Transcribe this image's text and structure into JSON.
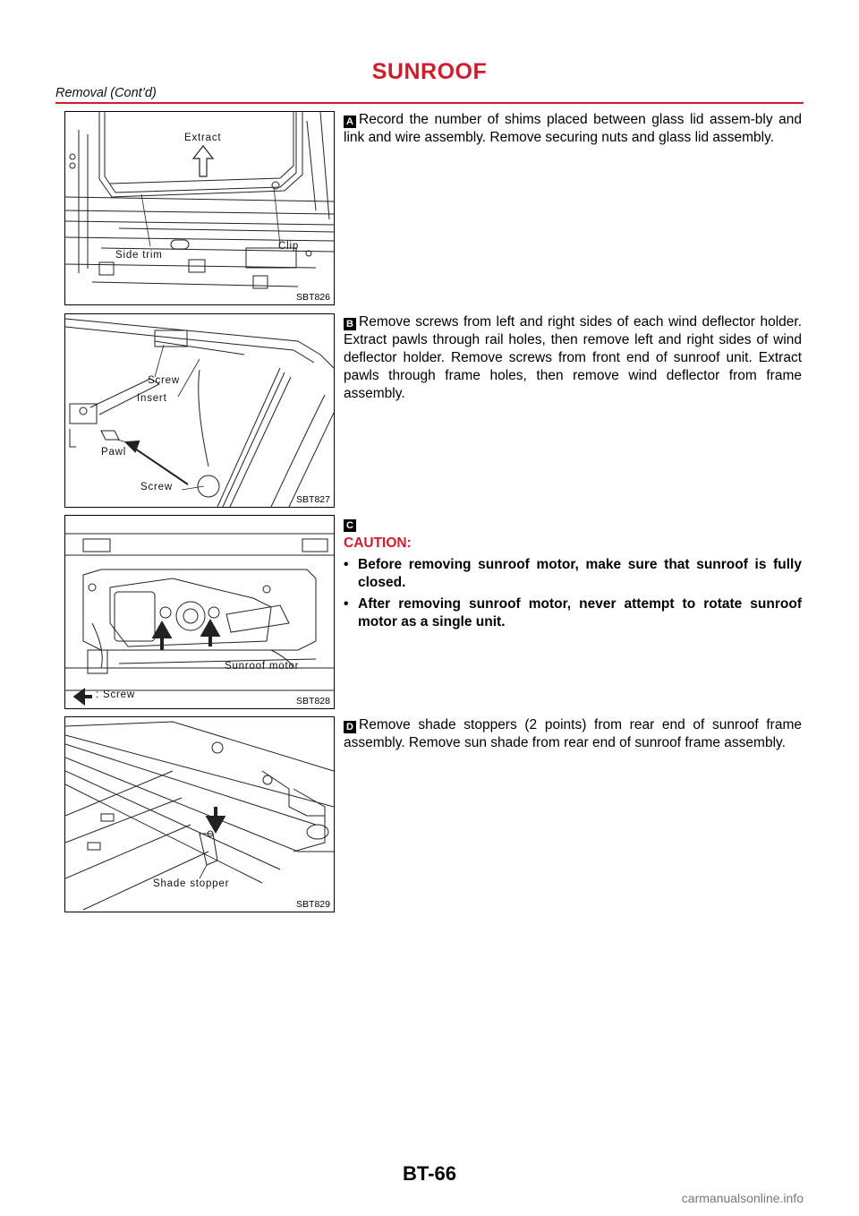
{
  "header": {
    "title": "SUNROOF",
    "subtitle": "Removal (Cont’d)"
  },
  "figures": [
    {
      "id": "SBT826",
      "callouts": {
        "extract": "Extract",
        "side_trim": "Side trim",
        "clip": "Clip"
      }
    },
    {
      "id": "SBT827",
      "callouts": {
        "screw_top": "Screw",
        "insert": "Insert",
        "pawl": "Pawl",
        "screw_bottom": "Screw"
      }
    },
    {
      "id": "SBT828",
      "callouts": {
        "sunroof_motor": "Sunroof motor",
        "screw_legend": ": Screw"
      }
    },
    {
      "id": "SBT829",
      "callouts": {
        "shade_stopper": "Shade stopper"
      }
    }
  ],
  "steps": [
    {
      "letter": "A",
      "text": "Record the number of shims placed between glass lid assem-bly and link and wire assembly. Remove securing nuts and glass lid assembly."
    },
    {
      "letter": "B",
      "text": "Remove screws from left and right sides of each wind deflector holder. Extract pawls through rail holes, then remove left and right sides of wind deflector holder. Remove screws from front end of sunroof unit. Extract pawls through frame holes, then remove wind deflector from frame assembly."
    },
    {
      "letter": "C",
      "caution_label": "CAUTION:",
      "bullets": [
        {
          "mark": "•",
          "text": "Before removing sunroof motor, make sure that sunroof is fully closed."
        },
        {
          "mark": "•",
          "text": "After removing sunroof motor, never attempt to rotate sunroof motor as a single unit."
        }
      ]
    },
    {
      "letter": "D",
      "text": "Remove shade stoppers (2 points) from rear end of sunroof frame assembly. Remove sun shade from rear end of sunroof frame assembly."
    }
  ],
  "footer": {
    "page_number": "BT-66",
    "watermark": "carmanualsonline.info"
  }
}
